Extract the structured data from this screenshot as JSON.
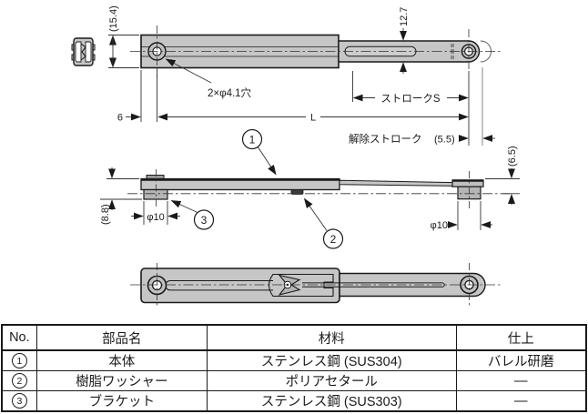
{
  "labels": {
    "dim_15_4": "(15.4)",
    "dim_12_7": "12.7",
    "hole_callout": "2×φ4.1穴",
    "stroke_s": "ストロークS",
    "dim_6": "6",
    "dim_L": "L",
    "release_stroke": "解除ストローク",
    "release_stroke_value": "(5.5)",
    "dim_6_5": "(6.5)",
    "dim_8_8": "(8.8)",
    "phi10_left": "φ10",
    "phi10_right": "φ10"
  },
  "balloons": [
    "1",
    "2",
    "3"
  ],
  "table": {
    "headers": [
      "No.",
      "部品名",
      "材料",
      "仕上"
    ],
    "rows": [
      {
        "no": "1",
        "name": "本体",
        "material": "ステンレス鋼 (SUS304)",
        "finish": "バレル研磨"
      },
      {
        "no": "2",
        "name": "樹脂ワッシャー",
        "material": "ポリアセタール",
        "finish": "―"
      },
      {
        "no": "3",
        "name": "ブラケット",
        "material": "ステンレス鋼 (SUS303)",
        "finish": "―"
      }
    ]
  },
  "colors": {
    "part_fill": "#c6c6c6",
    "part_fill_dark": "#b5b5b5",
    "outline": "#1a1a1a",
    "thin_line": "#333333"
  }
}
